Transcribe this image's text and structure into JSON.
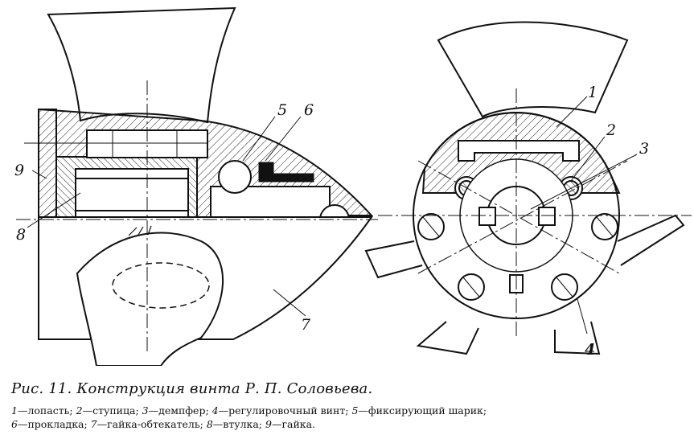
{
  "figure": {
    "callouts": {
      "left": [
        "5",
        "6",
        "9",
        "8",
        "7"
      ],
      "right": [
        "1",
        "2",
        "3",
        "4"
      ]
    }
  },
  "caption": {
    "title": "Рис. 11. Конструкция винта Р. П. Соловьева.",
    "legend_line1": [
      {
        "num": "1",
        "text": "—лопасть; "
      },
      {
        "num": "2",
        "text": "—ступица; "
      },
      {
        "num": "3",
        "text": "—демпфер; "
      },
      {
        "num": "4",
        "text": "—регулировочный винт; "
      },
      {
        "num": "5",
        "text": "—фиксирующий шарик;"
      }
    ],
    "legend_line2": [
      {
        "num": "6",
        "text": "—прокладка; "
      },
      {
        "num": "7",
        "text": "—гайка-обтекатель; "
      },
      {
        "num": "8",
        "text": "—втулка; "
      },
      {
        "num": "9",
        "text": "—гайка."
      }
    ]
  }
}
